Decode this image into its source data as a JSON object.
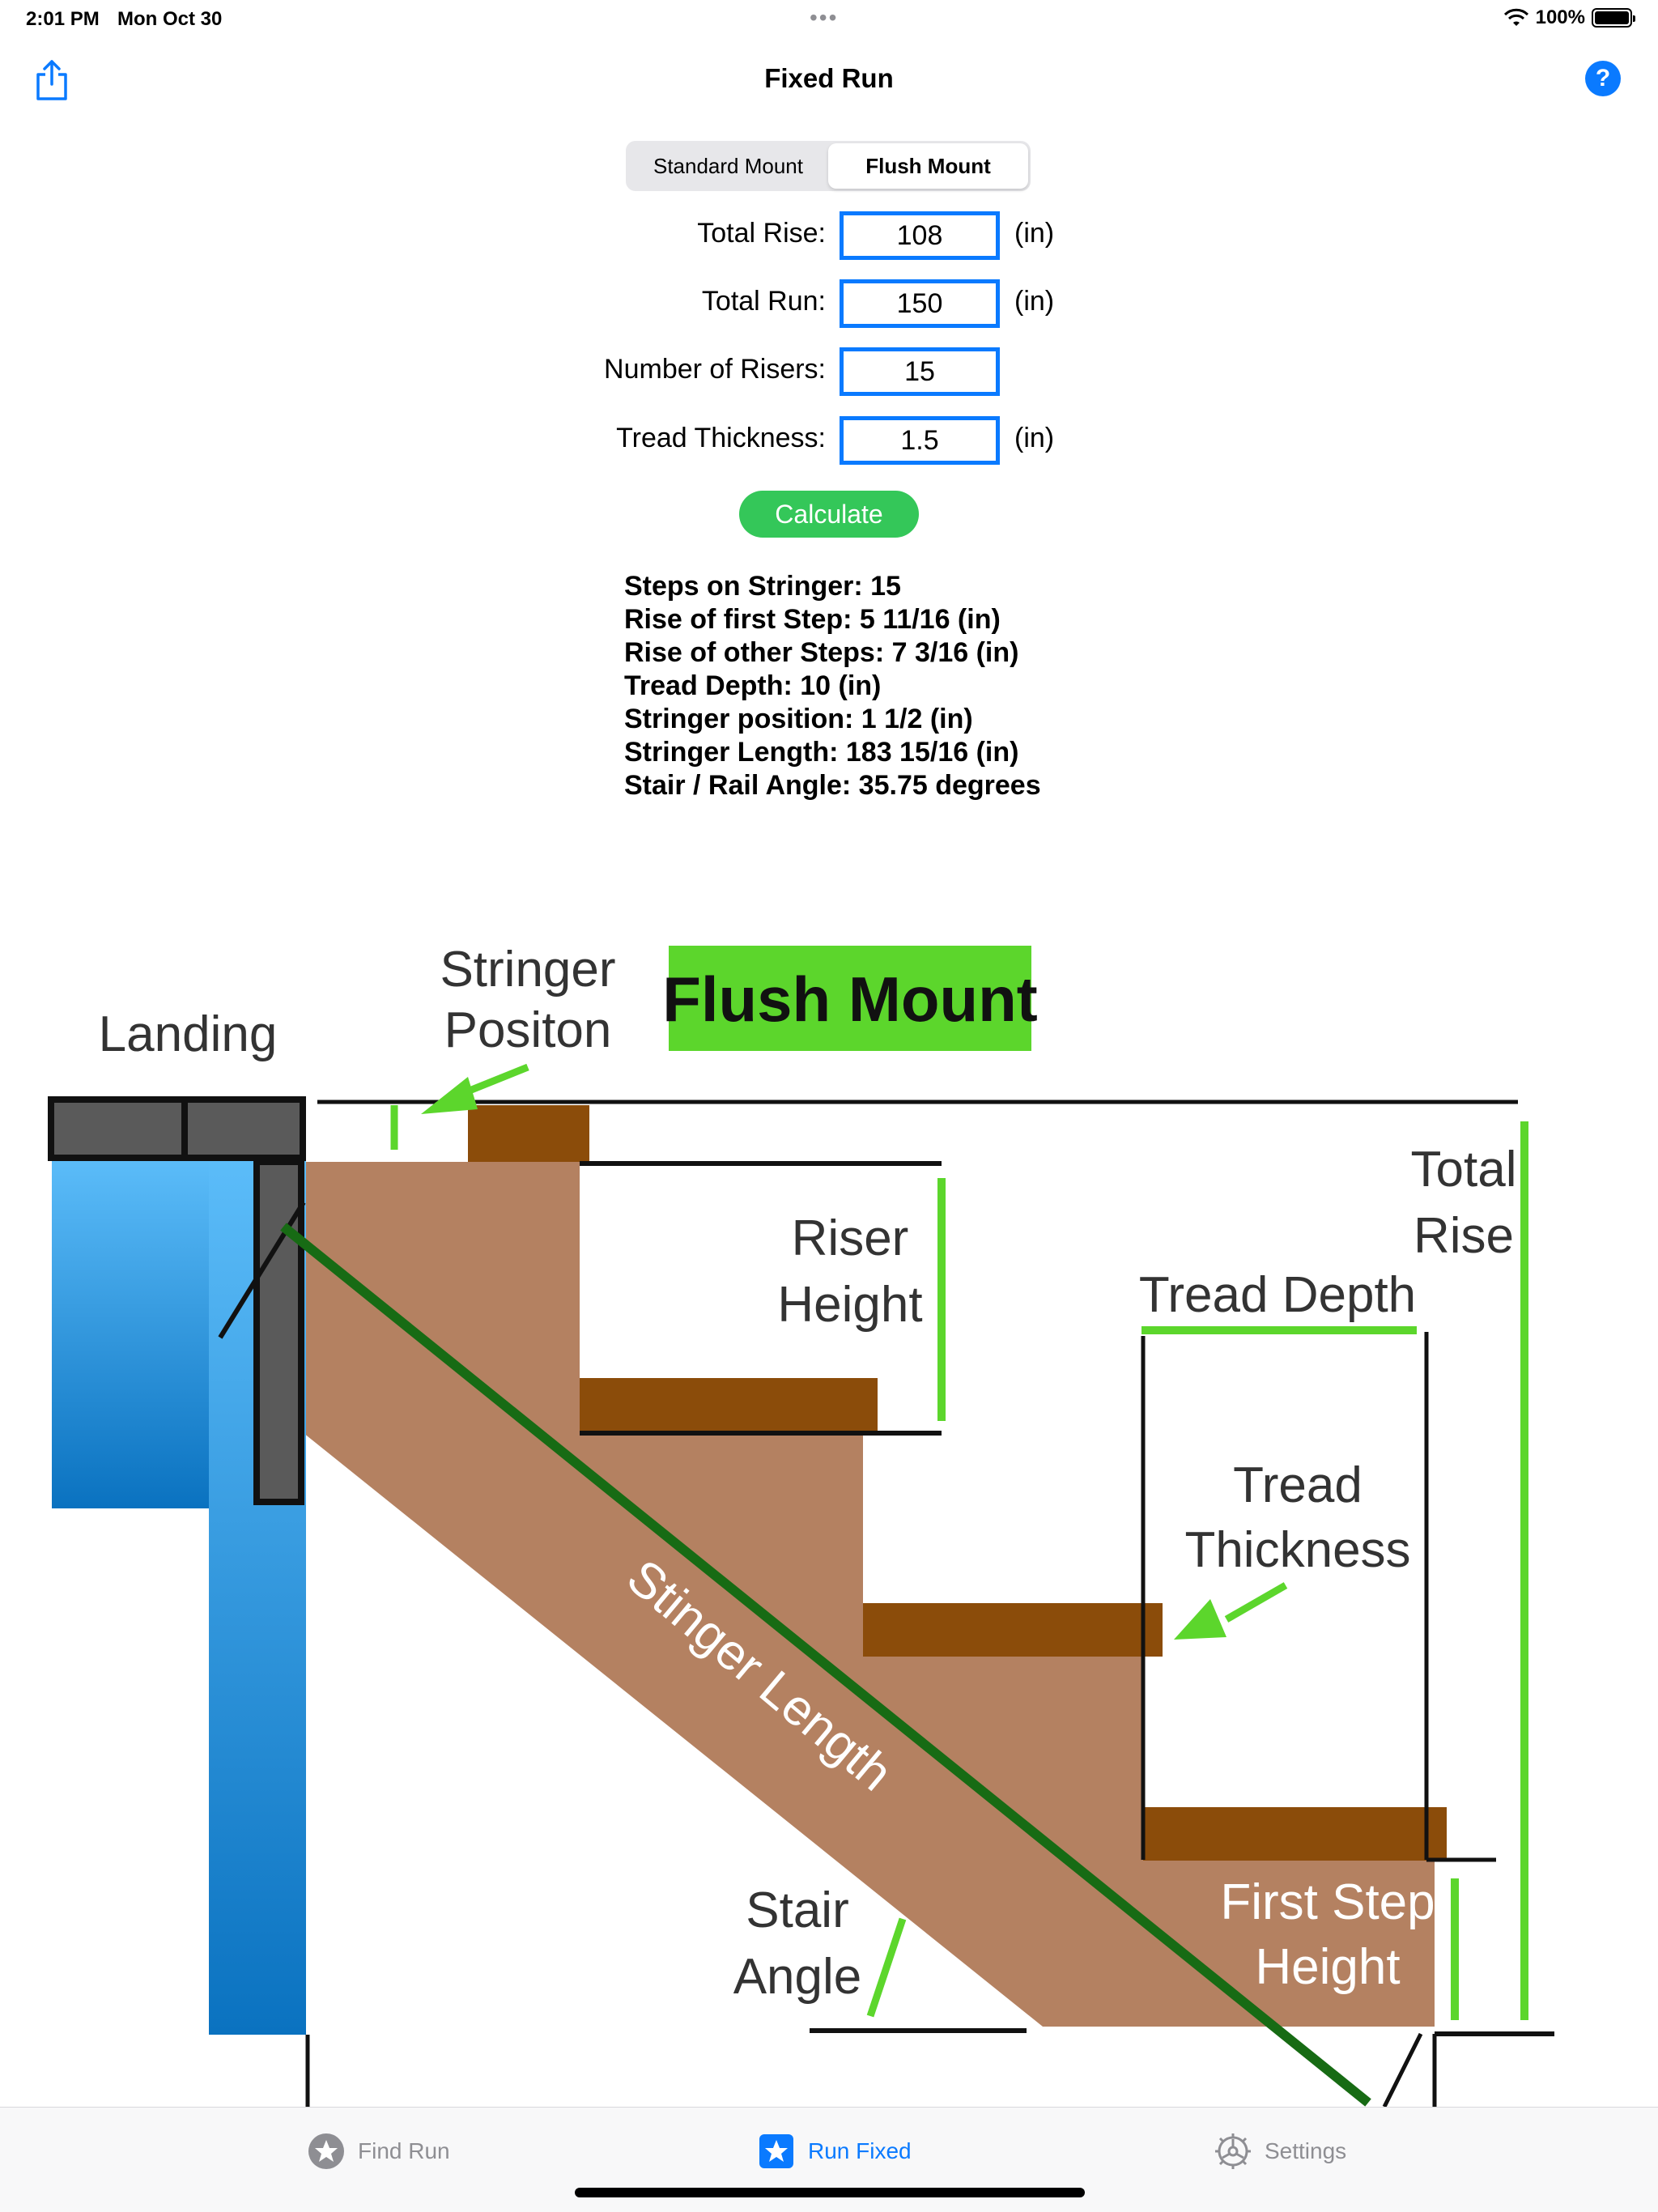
{
  "status_bar": {
    "time": "2:01 PM",
    "date": "Mon Oct 30",
    "dots": "•••",
    "battery": "100%",
    "wifi_icon": "wifi-icon",
    "battery_icon": "battery-icon"
  },
  "nav": {
    "title": "Fixed Run",
    "share_icon": "share-icon",
    "help_label": "?"
  },
  "segmented": {
    "options": [
      "Standard Mount",
      "Flush Mount"
    ],
    "selected": "Flush Mount"
  },
  "form": {
    "total_rise": {
      "label": "Total Rise:",
      "value": "108",
      "unit": "(in)"
    },
    "total_run": {
      "label": "Total Run:",
      "value": "150",
      "unit": "(in)"
    },
    "number_of_risers": {
      "label": "Number of Risers:",
      "value": "15"
    },
    "tread_thickness": {
      "label": "Tread Thickness:",
      "value": "1.5",
      "unit": "(in)"
    }
  },
  "calculate_label": "Calculate",
  "results": [
    "Steps on Stringer: 15",
    "Rise of first Step: 5 11/16 (in)",
    "Rise of other Steps: 7 3/16 (in)",
    "Tread Depth: 10 (in)",
    "Stringer position: 1 1/2 (in)",
    "Stringer Length: 183 15/16 (in)",
    "Stair / Rail Angle: 35.75 degrees"
  ],
  "diagram": {
    "title": "Flush Mount",
    "landing": "Landing",
    "stringer_position": [
      "Stringer",
      "Positon"
    ],
    "riser_height": [
      "Riser",
      "Height"
    ],
    "total_rise": [
      "Total",
      "Rise"
    ],
    "tread_depth": "Tread Depth",
    "tread_thickness": [
      "Tread",
      "Thickness"
    ],
    "stringer_length": "Stinger Length",
    "stair_angle": [
      "Stair",
      "Angle"
    ],
    "first_step_height": [
      "First Step",
      "Height"
    ],
    "colors": {
      "stringer": "#b48161",
      "tread": "#8b4c0a",
      "highlight": "#5cd62c",
      "diagonal": "#176b14",
      "post_light": "#5bbcf9",
      "post_dark": "#0a72c0",
      "landing": "#5a5a5a"
    }
  },
  "tabs": [
    {
      "label": "Find Run",
      "icon": "star-icon",
      "active": false
    },
    {
      "label": "Run Fixed",
      "icon": "star-square-icon",
      "active": true
    },
    {
      "label": "Settings",
      "icon": "gear-icon",
      "active": false
    }
  ]
}
